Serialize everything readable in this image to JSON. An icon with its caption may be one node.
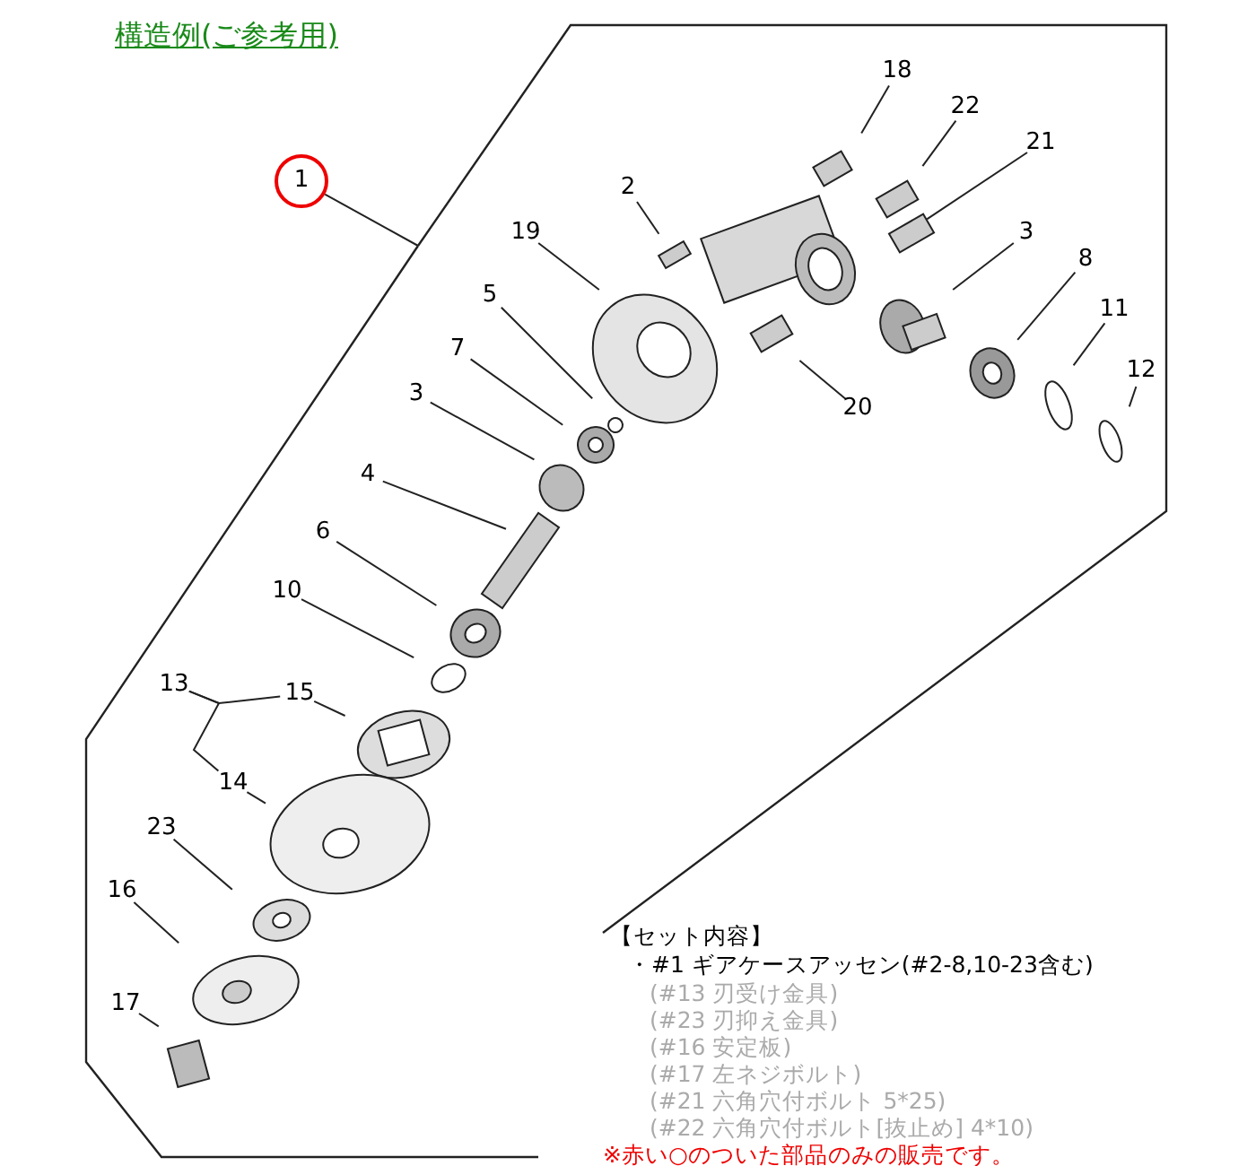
{
  "diagram": {
    "title": "構造例(ご参考用)",
    "nodes": [
      {
        "text": [
          "1"
        ]
      },
      {
        "text": [
          "18"
        ]
      },
      {
        "text": [
          "2"
        ]
      },
      {
        "text": [
          "22"
        ]
      },
      {
        "text": [
          "21"
        ]
      },
      {
        "text": [
          "19"
        ]
      },
      {
        "text": [
          "3"
        ]
      },
      {
        "text": [
          "5"
        ]
      },
      {
        "text": [
          "8"
        ]
      },
      {
        "text": [
          "7"
        ]
      },
      {
        "text": [
          "11"
        ]
      },
      {
        "text": [
          "3"
        ]
      },
      {
        "text": [
          "12"
        ]
      },
      {
        "text": [
          "20"
        ]
      },
      {
        "text": [
          "4"
        ]
      },
      {
        "text": [
          "6"
        ]
      },
      {
        "text": [
          "10"
        ]
      },
      {
        "text": [
          "13"
        ]
      },
      {
        "text": [
          "15"
        ]
      },
      {
        "text": [
          "14"
        ]
      },
      {
        "text": [
          "23"
        ]
      },
      {
        "text": [
          "16"
        ]
      },
      {
        "text": [
          "17"
        ]
      }
    ],
    "edges": [
      {
        "from": 0,
        "to": null,
        "arrow": "none"
      },
      {
        "from": 1,
        "to": null,
        "arrow": "none"
      },
      {
        "from": 2,
        "to": null,
        "arrow": "none"
      },
      {
        "from": 3,
        "to": null,
        "arrow": "none"
      },
      {
        "from": 4,
        "to": null,
        "arrow": "none"
      },
      {
        "from": 5,
        "to": null,
        "arrow": "none"
      },
      {
        "from": 6,
        "to": null,
        "arrow": "none"
      },
      {
        "from": 7,
        "to": null,
        "arrow": "none"
      },
      {
        "from": 8,
        "to": null,
        "arrow": "none"
      },
      {
        "from": 9,
        "to": null,
        "arrow": "none"
      },
      {
        "from": 10,
        "to": null,
        "arrow": "none"
      },
      {
        "from": 11,
        "to": null,
        "arrow": "none"
      },
      {
        "from": 12,
        "to": null,
        "arrow": "none"
      },
      {
        "from": 13,
        "to": null,
        "arrow": "none"
      },
      {
        "from": 14,
        "to": null,
        "arrow": "none"
      },
      {
        "from": 15,
        "to": null,
        "arrow": "none"
      },
      {
        "from": 16,
        "to": null,
        "arrow": "none"
      },
      {
        "from": 17,
        "to": 18,
        "arrow": "none"
      },
      {
        "from": 17,
        "to": 19,
        "arrow": "none"
      },
      {
        "from": 18,
        "to": null,
        "arrow": "none"
      },
      {
        "from": 19,
        "to": null,
        "arrow": "none"
      },
      {
        "from": 20,
        "to": null,
        "arrow": "none"
      },
      {
        "from": 21,
        "to": null,
        "arrow": "none"
      },
      {
        "from": 22,
        "to": null,
        "arrow": "none"
      }
    ],
    "labels": [
      "【セット内容】",
      "・#1 ギアケースアッセン(#2-8,10-23含む)",
      "(#13 刃受け金具)",
      "(#23 刃抑え金具)",
      "(#16 安定板)",
      "(#17 左ネジボルト)",
      "(#21 六角穴付ボルト 5*25)",
      "(#22 六角穴付ボルト[抜止め] 4*10)",
      "※赤い○のついた部品のみの販売です。"
    ]
  }
}
